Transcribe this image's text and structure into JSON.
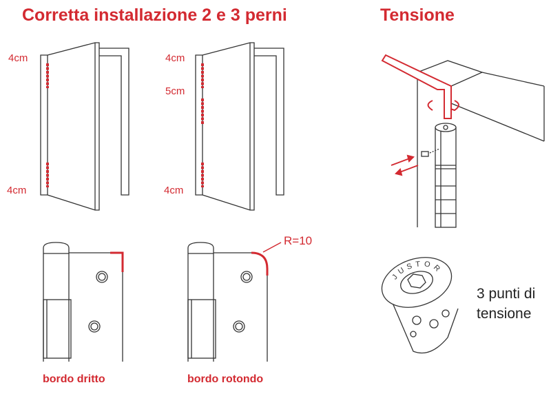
{
  "left_section": {
    "title": "Corretta installazione 2 e 3 perni",
    "door_2_pins": {
      "top_label": "4cm",
      "bottom_label": "4cm"
    },
    "door_3_pins": {
      "top_label": "4cm",
      "middle_label": "5cm",
      "bottom_label": "4cm"
    },
    "hinge_straight": {
      "caption": "bordo dritto"
    },
    "hinge_round": {
      "caption": "bordo rotondo",
      "radius_label": "R=10"
    }
  },
  "right_section": {
    "title": "Tensione",
    "cap_brand": "JUSTOR",
    "note_line1": "3 punti di",
    "note_line2": "tensione"
  },
  "colors": {
    "accent": "#d32a31",
    "line": "#333333"
  }
}
